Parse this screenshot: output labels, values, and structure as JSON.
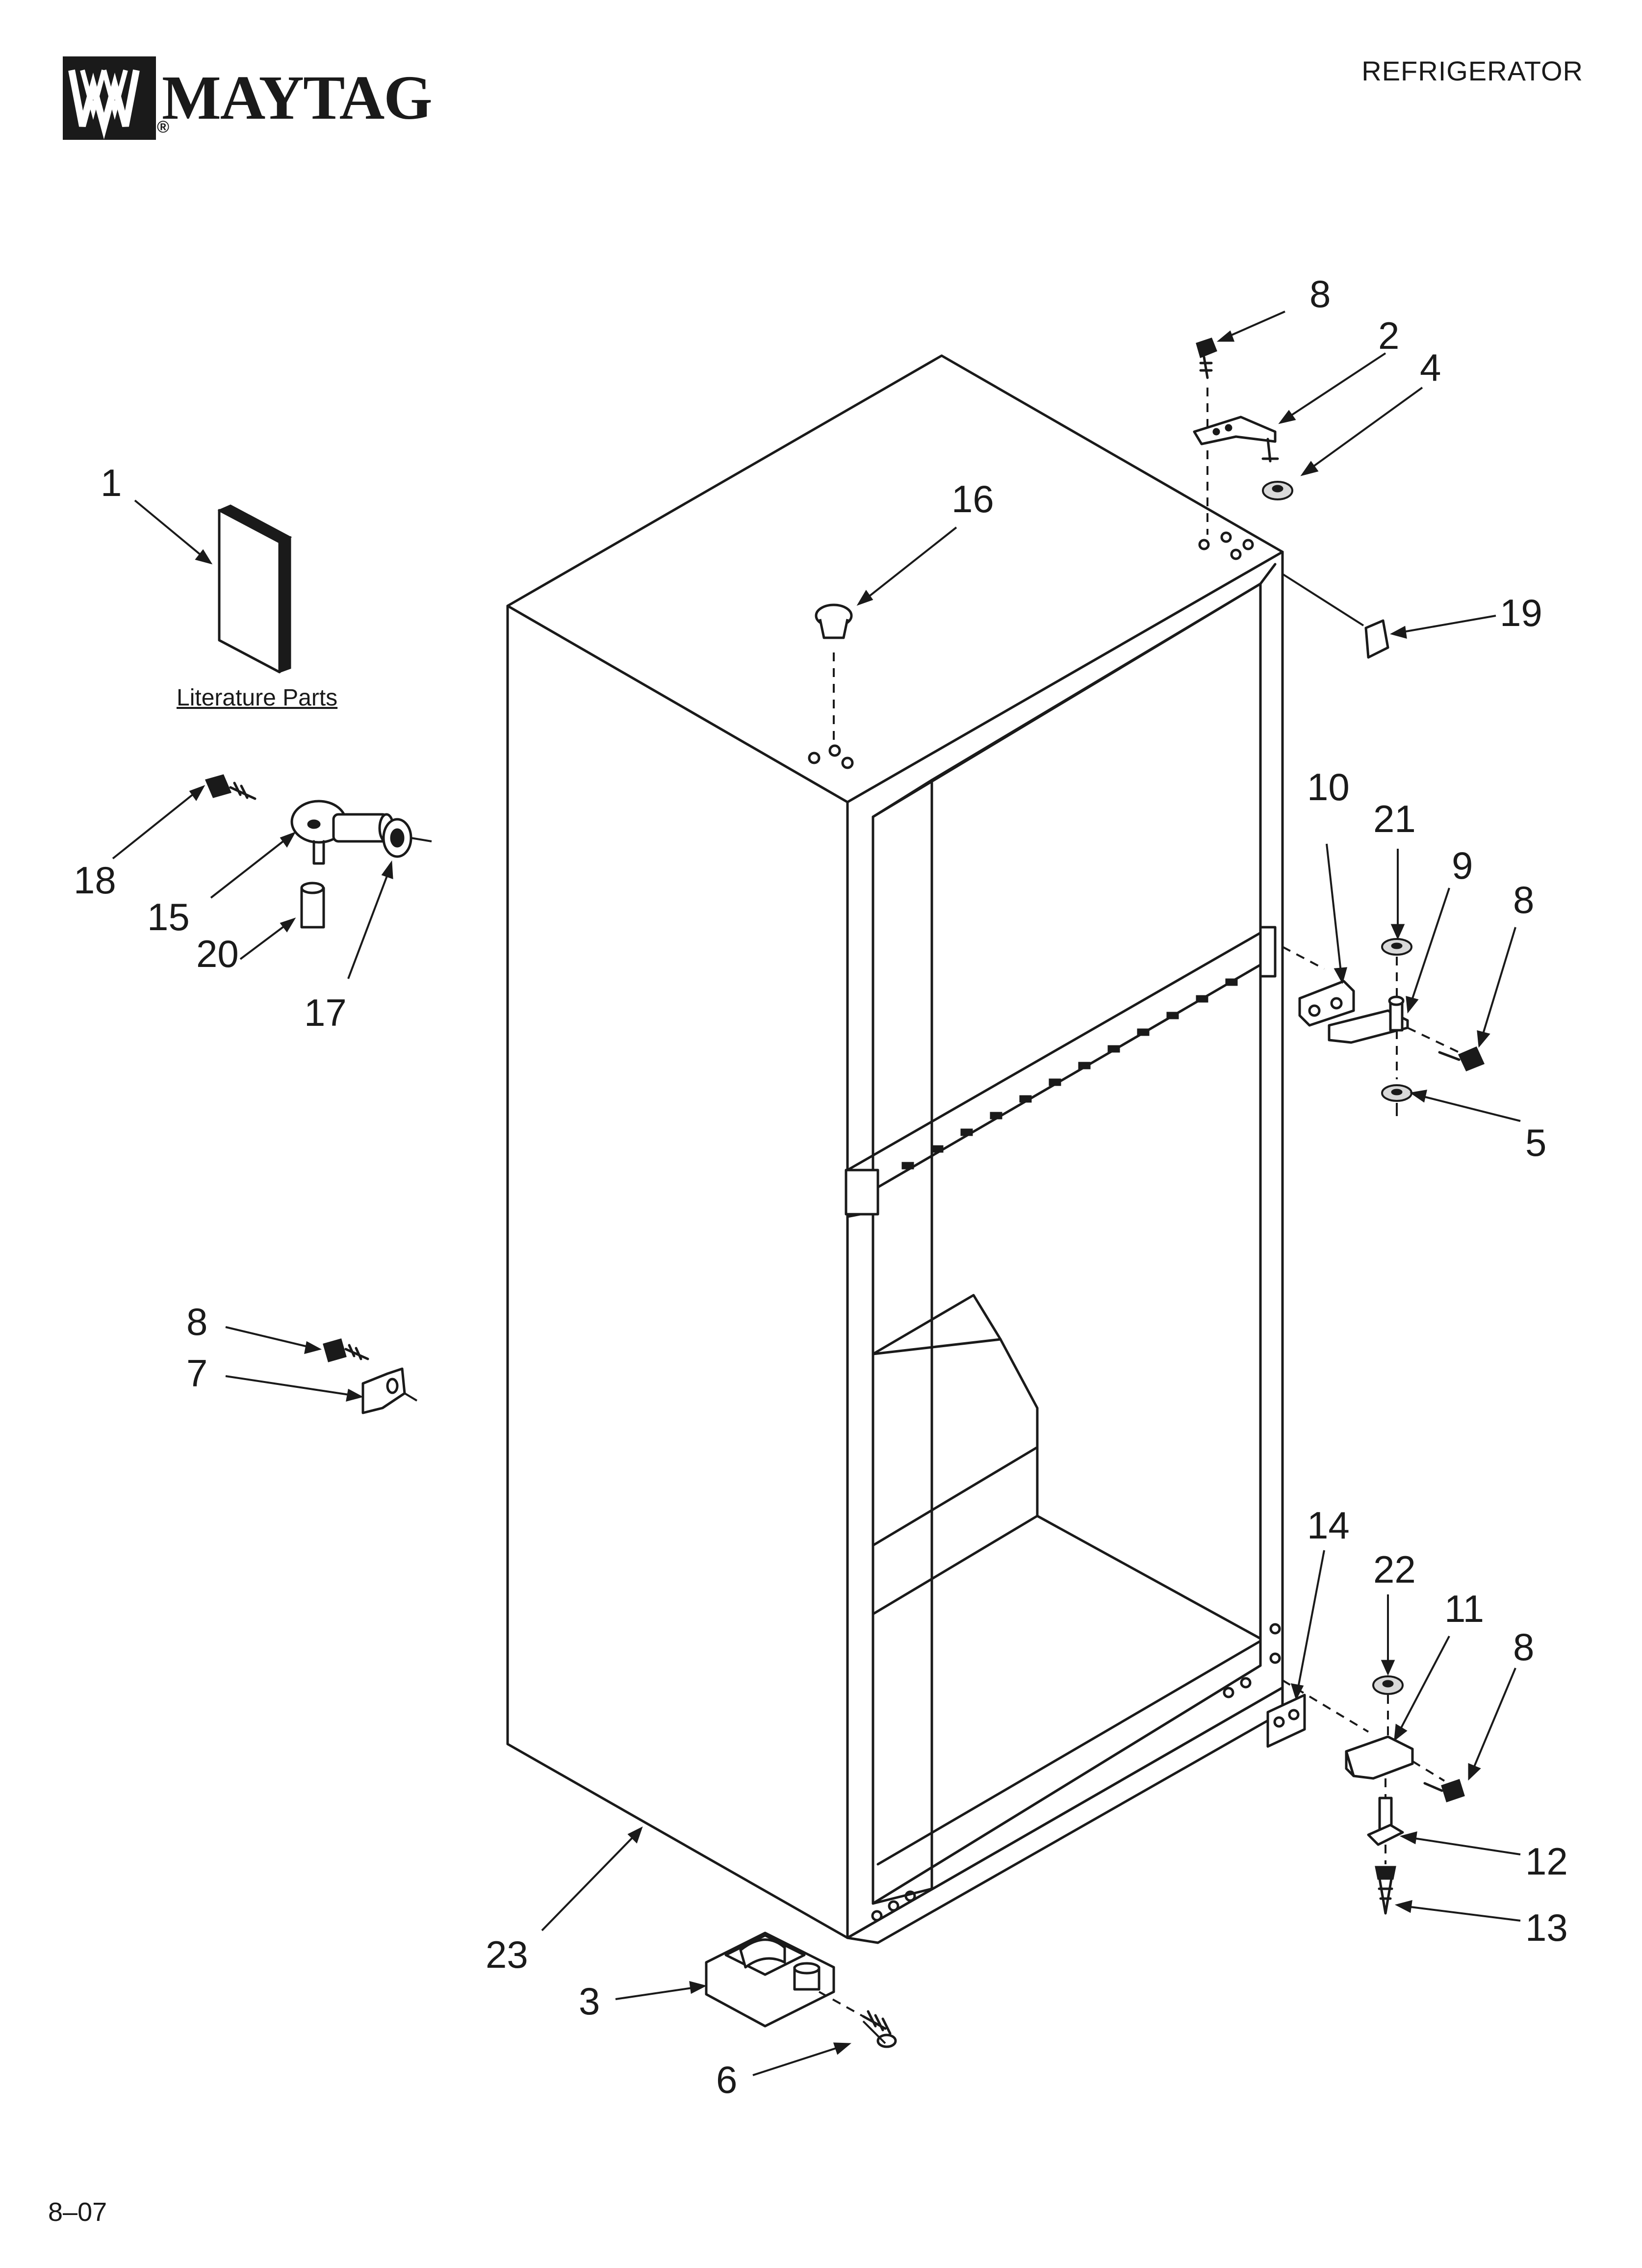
{
  "header": {
    "brand": "MAYTAG",
    "brand_mark": "®",
    "title": "REFRIGERATOR"
  },
  "labels": {
    "literature": "Literature Parts"
  },
  "footer": {
    "code": "8–07"
  },
  "callouts": {
    "c1": "1",
    "c2": "2",
    "c3": "3",
    "c4": "4",
    "c5": "5",
    "c6": "6",
    "c7": "7",
    "c8_top": "8",
    "c8_mid": "8",
    "c8_left": "8",
    "c8_low": "8",
    "c9": "9",
    "c10": "10",
    "c11": "11",
    "c12": "12",
    "c13": "13",
    "c14": "14",
    "c15": "15",
    "c16": "16",
    "c17": "17",
    "c18": "18",
    "c19": "19",
    "c20": "20",
    "c21": "21",
    "c22": "22",
    "c23": "23"
  },
  "colors": {
    "ink": "#1a1a1a",
    "paper": "#ffffff"
  }
}
